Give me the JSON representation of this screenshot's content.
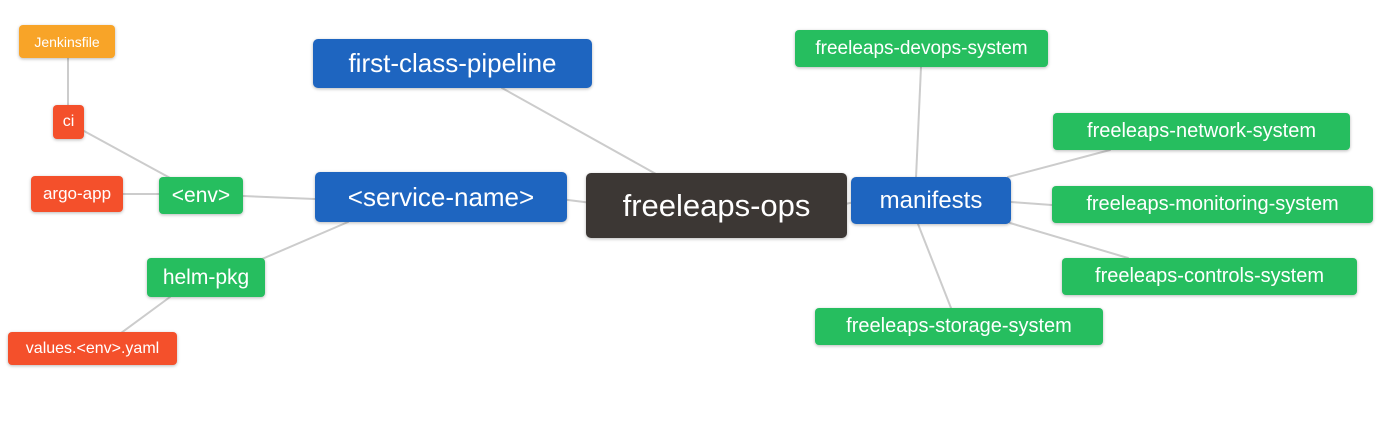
{
  "diagram": {
    "type": "mindmap",
    "root_label": "freeleaps-ops",
    "colors": {
      "root_bg": "#3C3734",
      "level1_blue": "#1E65C0",
      "level2_green": "#26BE5F",
      "level3_red": "#F4502B",
      "level4_orange": "#F8A428",
      "connector": "#CCCCCC",
      "text": "#FFFFFF",
      "background": "#FFFFFF"
    },
    "nodes": {
      "freeleaps_ops": {
        "label": "freeleaps-ops"
      },
      "first_class_pipeline": {
        "label": "first-class-pipeline"
      },
      "service_name": {
        "label": "<service-name>"
      },
      "manifests": {
        "label": "manifests"
      },
      "env": {
        "label": "<env>"
      },
      "helm_pkg": {
        "label": "helm-pkg"
      },
      "ci": {
        "label": "ci"
      },
      "argo_app": {
        "label": "argo-app"
      },
      "jenkinsfile": {
        "label": "Jenkinsfile"
      },
      "values_env_yaml": {
        "label": "values.<env>.yaml"
      },
      "devops_system": {
        "label": "freeleaps-devops-system"
      },
      "network_system": {
        "label": "freeleaps-network-system"
      },
      "monitoring_system": {
        "label": "freeleaps-monitoring-system"
      },
      "controls_system": {
        "label": "freeleaps-controls-system"
      },
      "storage_system": {
        "label": "freeleaps-storage-system"
      }
    },
    "edges": [
      {
        "from": "jenkinsfile",
        "to": "ci"
      },
      {
        "from": "ci",
        "to": "env"
      },
      {
        "from": "argo_app",
        "to": "env"
      },
      {
        "from": "env",
        "to": "service_name"
      },
      {
        "from": "helm_pkg",
        "to": "service_name"
      },
      {
        "from": "values_env_yaml",
        "to": "helm_pkg"
      },
      {
        "from": "first_class_pipeline",
        "to": "freeleaps_ops"
      },
      {
        "from": "service_name",
        "to": "freeleaps_ops"
      },
      {
        "from": "freeleaps_ops",
        "to": "manifests"
      },
      {
        "from": "manifests",
        "to": "devops_system"
      },
      {
        "from": "manifests",
        "to": "network_system"
      },
      {
        "from": "manifests",
        "to": "monitoring_system"
      },
      {
        "from": "manifests",
        "to": "controls_system"
      },
      {
        "from": "manifests",
        "to": "storage_system"
      }
    ]
  }
}
